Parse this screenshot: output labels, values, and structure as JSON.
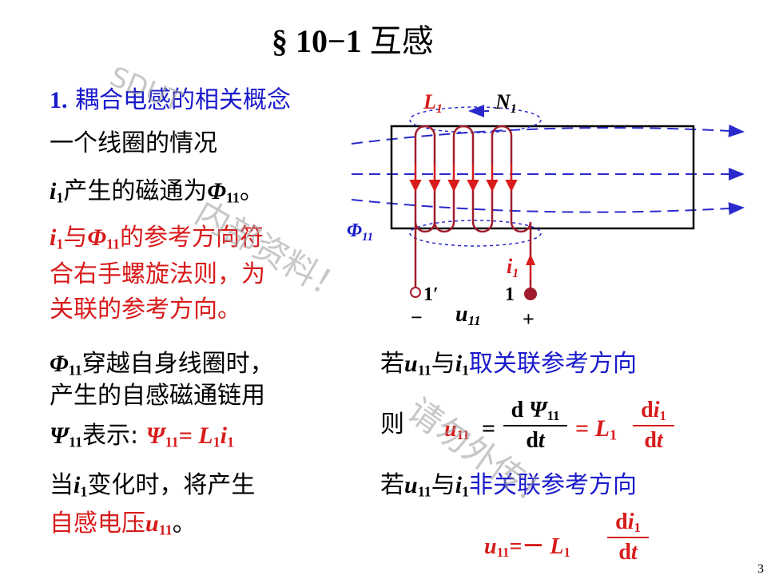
{
  "title": {
    "section": "§ 10−1",
    "topic": "互感"
  },
  "subtitle": {
    "number": "1.",
    "text": "耦合电感的相关概念"
  },
  "left": {
    "one_coil": "一个线圈的情况",
    "i1_sym": "i",
    "produce_flux": "产生的磁通为",
    "phi_sym": "Φ",
    "period": "。",
    "rule_with": "与",
    "rule_line1_tail": "的参考方向符",
    "rule_line2": "合右手螺旋法则，为",
    "rule_line3": "关联的参考方向。",
    "phi_cross": "穿越自身线圈时，",
    "flux_linkage": "产生的自感磁通链用",
    "psi_sym": "Ψ",
    "denote": "表示:",
    "eq_equals": "=",
    "L_sym": "L",
    "when": "当",
    "change": "变化时，将产生",
    "self_voltage": "自感电压",
    "u_sym": "u"
  },
  "right": {
    "if_text": "若",
    "with_text": "与",
    "associated": "取关联参考方向",
    "then": "则",
    "nonassociated": "非关联参考方向",
    "d": "d",
    "t": "t",
    "eq": "=",
    "minus_eq": "=－"
  },
  "diagram": {
    "label_L": "L",
    "label_N": "N",
    "label_phi": "Φ",
    "label_i": "i",
    "sub1": "1",
    "sub11": "11",
    "term_prime": "1′",
    "term_one": "1",
    "minus": "−",
    "plus": "+",
    "label_u": "u"
  },
  "watermark": {
    "w1": "SDUT",
    "w2": "内部资料！",
    "w3": "请勿外传！"
  },
  "page_number": "3",
  "colors": {
    "blue": "#1a1acc",
    "red": "#d81b1b",
    "darkred": "#a01c2c",
    "dash": "#2a2acc"
  }
}
